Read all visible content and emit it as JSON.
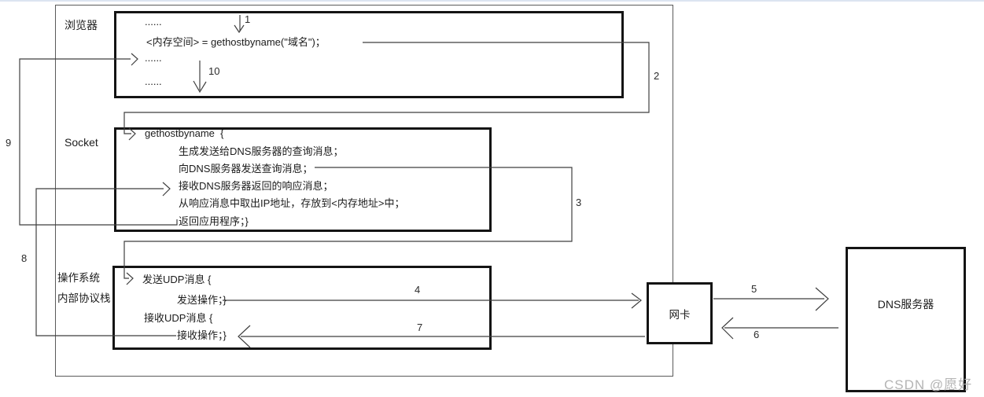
{
  "colors": {
    "thick_border": "#141414",
    "thin_border": "#5a5a5a",
    "connector_line": "#3f3f3f",
    "watermark_gray": "#b4b4b4",
    "top_strip_blue": "#dce4f1"
  },
  "watermark": "CSDN @愿好",
  "labels": {
    "browser": "浏览器",
    "socket": "Socket",
    "os_line1": "操作系统",
    "os_line2": "内部协议栈",
    "nic": "网卡",
    "dns": "DNS服务器"
  },
  "browser_rows": [
    "......",
    "<内存空间> = gethostbyname(\"域名\")；",
    "......",
    "......"
  ],
  "socket_rows": [
    "gethostbyname  {",
    "生成发送给DNS服务器的查询消息；",
    "向DNS服务器发送查询消息；",
    "接收DNS服务器返回的响应消息；",
    "从响应消息中取出IP地址，存放到<内存地址>中；",
    "返回应用程序；}"
  ],
  "os_rows": [
    "发送UDP消息 {",
    "发送操作；}",
    "接收UDP消息 {",
    "接收操作；}"
  ],
  "steps": [
    "1",
    "2",
    "3",
    "4",
    "5",
    "6",
    "7",
    "8",
    "9",
    "10"
  ]
}
